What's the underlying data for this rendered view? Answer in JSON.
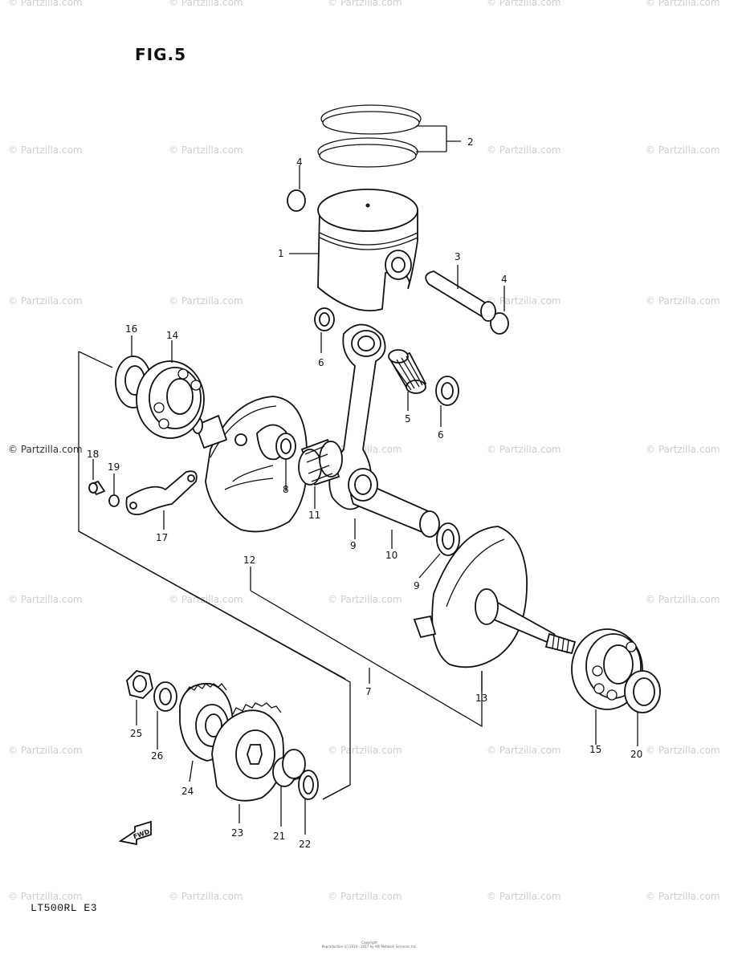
{
  "title": "FIG.5",
  "model_code": "LT500RL  E3",
  "watermark": "© Partzilla.com",
  "footer": [
    "Copyright",
    "Reproduction (c) 2014 - 2017 by ARI Network Services, Inc."
  ],
  "fwd_label": "FWD",
  "callouts": [
    "1",
    "2",
    "3",
    "4",
    "4",
    "5",
    "6",
    "6",
    "7",
    "8",
    "9",
    "9",
    "10",
    "11",
    "12",
    "13",
    "14",
    "15",
    "16",
    "17",
    "18",
    "19",
    "20",
    "21",
    "22",
    "23",
    "24",
    "25",
    "26"
  ]
}
